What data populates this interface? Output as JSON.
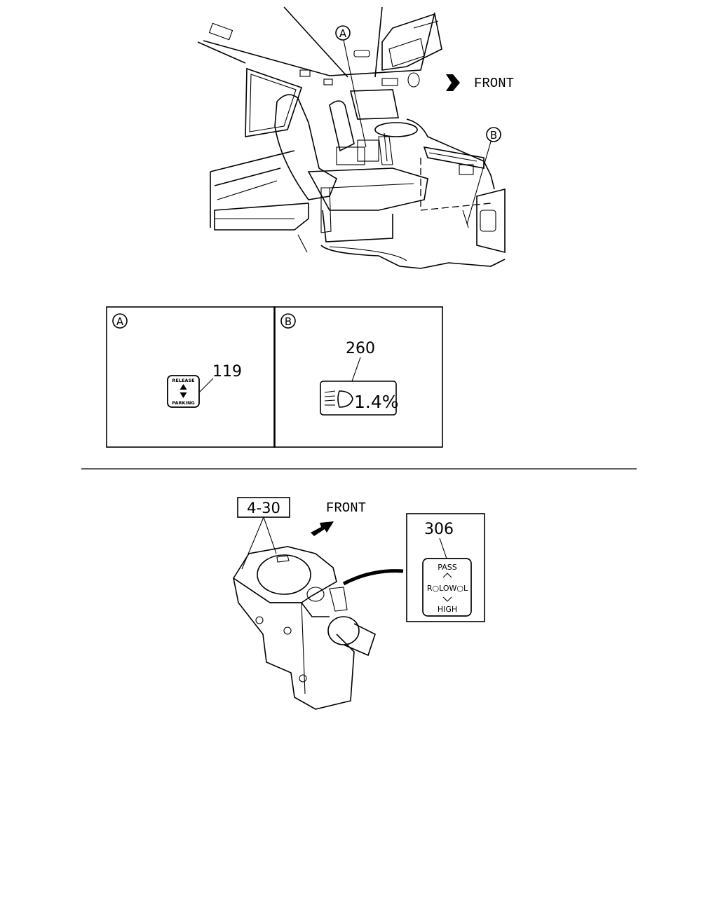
{
  "top_view": {
    "front_label": "FRONT",
    "callout_a": "A",
    "callout_b": "B"
  },
  "detail_a": {
    "tag": "A",
    "part_number": "119",
    "label_top": "RELEASE",
    "label_bottom": "PARKING"
  },
  "detail_b": {
    "tag": "B",
    "part_number": "260",
    "display_value": "1.4%"
  },
  "bottom_view": {
    "reference": "4-30",
    "front_label": "FRONT",
    "part_number": "306",
    "label_pass": "PASS",
    "label_row": "R○LOW○L",
    "label_high": "HIGH"
  }
}
